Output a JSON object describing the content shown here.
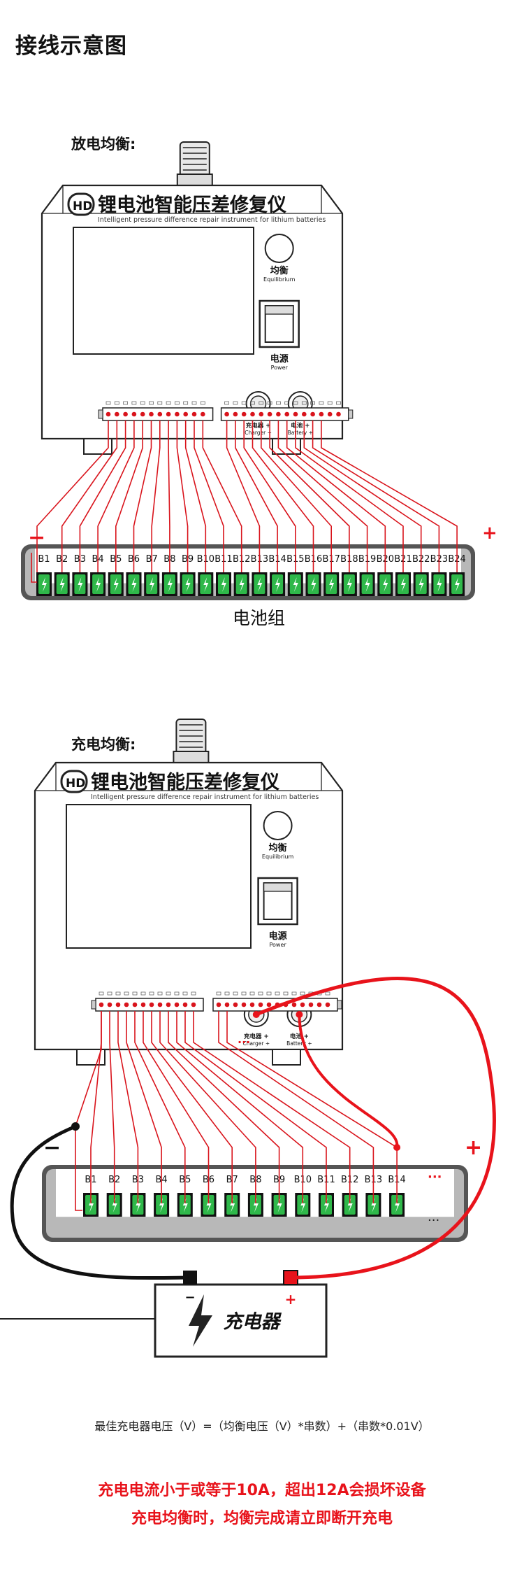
{
  "page_title": "接线示意图",
  "brand": {
    "logo_text": "HD",
    "cn_name": "锂电池智能压差修复仪",
    "en_name": "Intelligent pressure difference repair instrument for lithium batteries"
  },
  "panel": {
    "equilibrium_cn": "均衡",
    "equilibrium_en": "Equilibrium",
    "power_cn": "电源",
    "power_en": "Power",
    "charger_cn": "充电器 +",
    "charger_en": "Charger +",
    "battery_cn": "电池 +",
    "battery_en": "Battery +"
  },
  "section1": {
    "title": "放电均衡:",
    "bank_label": "电池组",
    "minus": "−",
    "plus": "+",
    "cells": [
      "B1",
      "B2",
      "B3",
      "B4",
      "B5",
      "B6",
      "B7",
      "B8",
      "B9",
      "B10",
      "B11",
      "B12",
      "B13",
      "B14",
      "B15",
      "B16",
      "B17",
      "B18",
      "B19",
      "B20",
      "B21",
      "B22",
      "B23",
      "B24"
    ]
  },
  "section2": {
    "title": "充电均衡:",
    "minus": "−",
    "plus": "+",
    "cells": [
      "B1",
      "B2",
      "B3",
      "B4",
      "B5",
      "B6",
      "B7",
      "B8",
      "B9",
      "B10",
      "B11",
      "B12",
      "B13",
      "B14"
    ],
    "more_dots": "···",
    "more_dots_bank": "...",
    "charger_label": "充电器",
    "charger_minus": "−",
    "charger_plus": "+"
  },
  "formula": "最佳充电器电压（V）=（均衡电压（V）*串数）+（串数*0.01V）",
  "warnings": [
    "充电电流小于或等于10A，超出12A会损坏设备",
    "充电均衡时，均衡完成请立即断开充电"
  ],
  "colors": {
    "wire_red": "#d9141c",
    "bright_red": "#e8131b",
    "cell_green": "#2fb84a",
    "tray_gray": "#b8b8b8",
    "tray_dark": "#555555"
  }
}
